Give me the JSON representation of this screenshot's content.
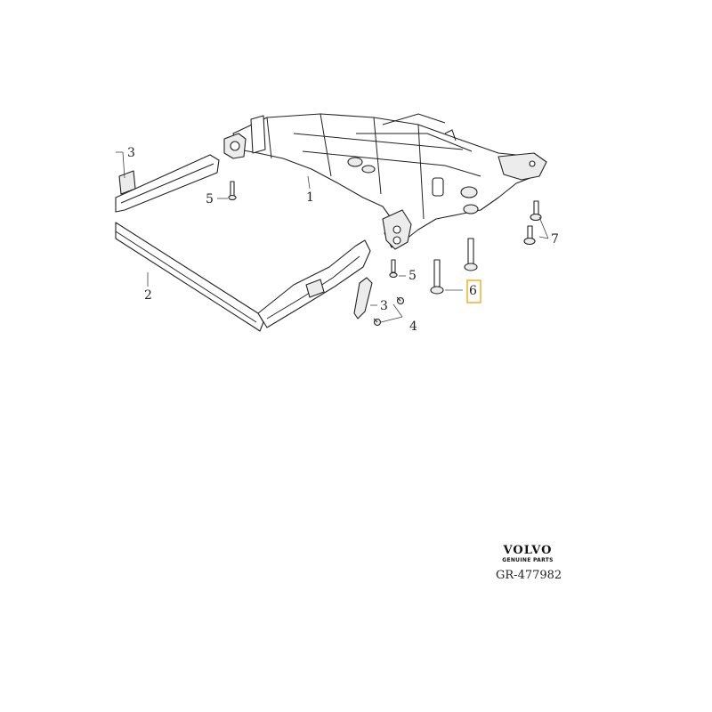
{
  "diagram": {
    "callouts": {
      "c1": "1",
      "c2": "2",
      "c3_left": "3",
      "c3_right": "3",
      "c4": "4",
      "c5_left": "5",
      "c5_right": "5",
      "c6": "6",
      "c7": "7"
    },
    "highlighted_callout": "6",
    "highlight_color": "#f0a500"
  },
  "brand": {
    "name": "VOLVO",
    "tagline": "GENUINE PARTS"
  },
  "reference": "GR-477982"
}
